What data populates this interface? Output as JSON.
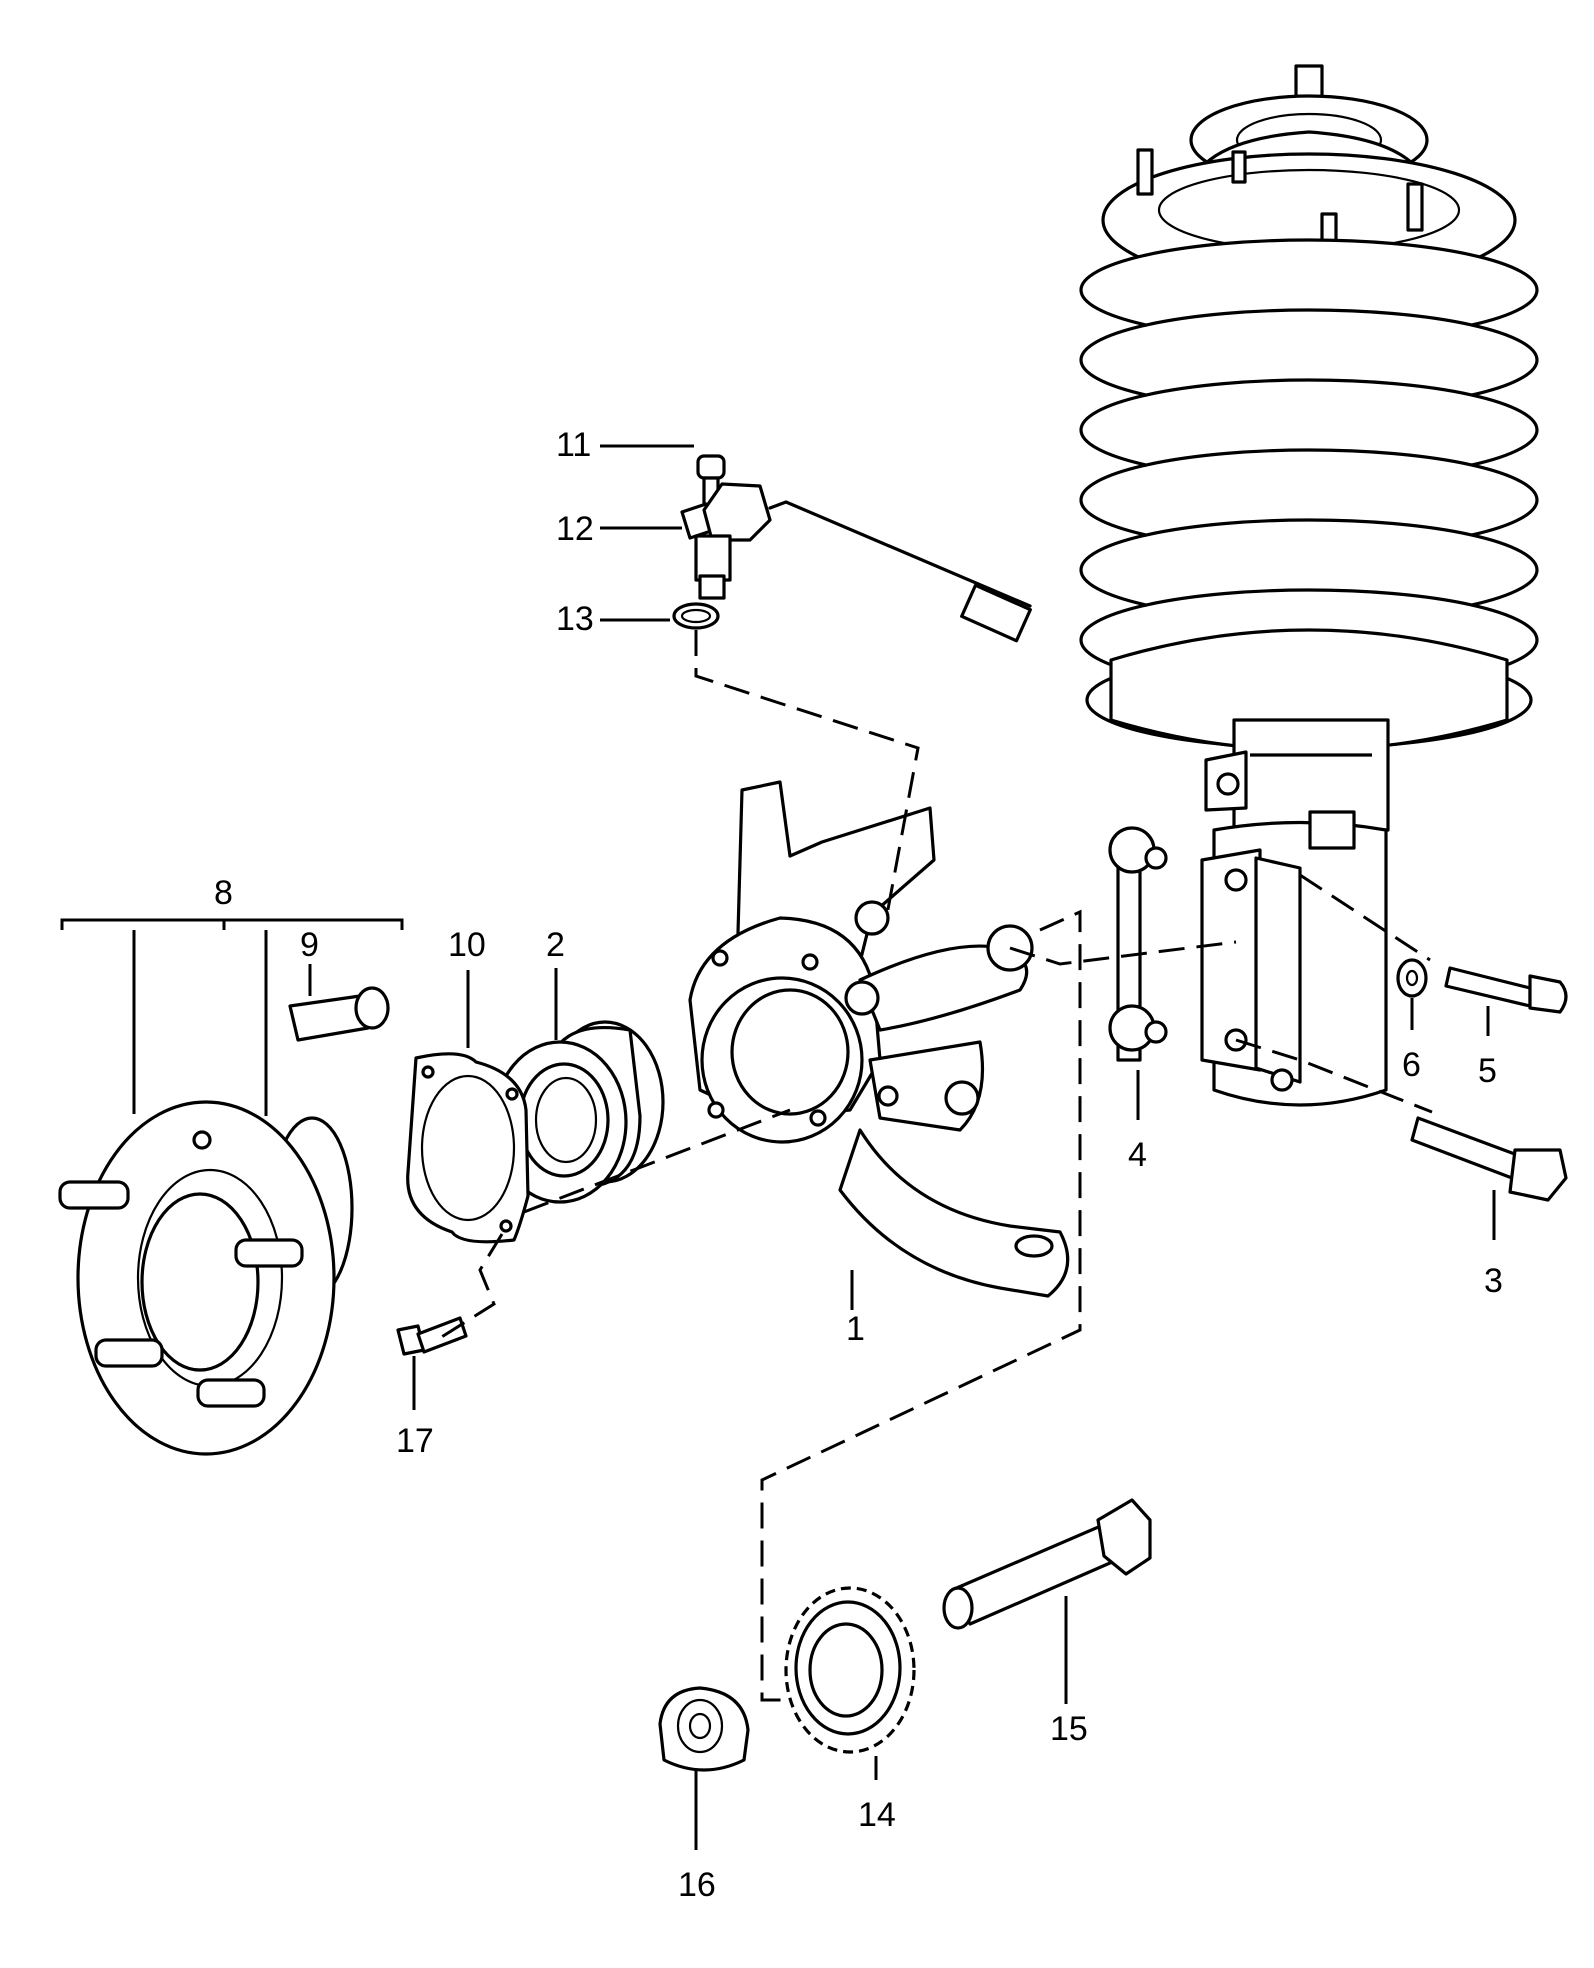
{
  "diagram": {
    "callouts": {
      "c1": "1",
      "c2": "2",
      "c3": "3",
      "c4": "4",
      "c5": "5",
      "c6": "6",
      "c8": "8",
      "c9": "9",
      "c10": "10",
      "c11": "11",
      "c12": "12",
      "c13": "13",
      "c14": "14",
      "c15": "15",
      "c16": "16",
      "c17": "17"
    }
  }
}
